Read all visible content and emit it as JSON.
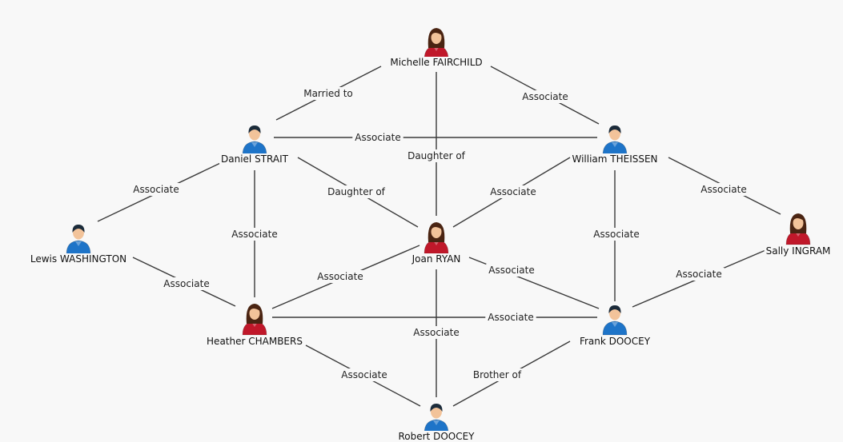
{
  "colors": {
    "male_shirt": "#1e74c8",
    "female_shirt": "#c0182a",
    "hair_male": "#1b2b3a",
    "hair_female": "#4a2412",
    "skin": "#f2c39a",
    "line": "#3a3a3a"
  },
  "nodes": [
    {
      "id": "michelle",
      "name": "Michelle FAIRCHILD",
      "gender": "female",
      "icon": "female-person-icon"
    },
    {
      "id": "daniel",
      "name": "Daniel STRAIT",
      "gender": "male",
      "icon": "male-person-icon"
    },
    {
      "id": "william",
      "name": "William THEISSEN",
      "gender": "male",
      "icon": "male-person-icon"
    },
    {
      "id": "lewis",
      "name": "Lewis WASHINGTON",
      "gender": "male",
      "icon": "male-person-icon"
    },
    {
      "id": "joan",
      "name": "Joan RYAN",
      "gender": "female",
      "icon": "female-person-icon"
    },
    {
      "id": "sally",
      "name": "Sally INGRAM",
      "gender": "female",
      "icon": "female-person-icon"
    },
    {
      "id": "heather",
      "name": "Heather CHAMBERS",
      "gender": "female",
      "icon": "female-person-icon"
    },
    {
      "id": "frank",
      "name": "Frank DOOCEY",
      "gender": "male",
      "icon": "male-person-icon"
    },
    {
      "id": "robert",
      "name": "Robert DOOCEY",
      "gender": "male",
      "icon": "male-person-icon"
    }
  ],
  "edges": [
    {
      "from": "michelle",
      "to": "daniel",
      "label": "Married to"
    },
    {
      "from": "michelle",
      "to": "william",
      "label": "Associate"
    },
    {
      "from": "michelle",
      "to": "joan",
      "label": "Daughter of"
    },
    {
      "from": "daniel",
      "to": "william",
      "label": "Associate"
    },
    {
      "from": "daniel",
      "to": "lewis",
      "label": "Associate"
    },
    {
      "from": "daniel",
      "to": "joan",
      "label": "Daughter of"
    },
    {
      "from": "daniel",
      "to": "heather",
      "label": "Associate"
    },
    {
      "from": "william",
      "to": "joan",
      "label": "Associate"
    },
    {
      "from": "william",
      "to": "sally",
      "label": "Associate"
    },
    {
      "from": "william",
      "to": "frank",
      "label": "Associate"
    },
    {
      "from": "lewis",
      "to": "heather",
      "label": "Associate"
    },
    {
      "from": "heather",
      "to": "joan",
      "label": "Associate"
    },
    {
      "from": "joan",
      "to": "frank",
      "label": "Associate"
    },
    {
      "from": "sally",
      "to": "frank",
      "label": "Associate"
    },
    {
      "from": "heather",
      "to": "frank",
      "label": "Associate"
    },
    {
      "from": "joan",
      "to": "robert",
      "label": "Associate"
    },
    {
      "from": "heather",
      "to": "robert",
      "label": "Associate"
    },
    {
      "from": "frank",
      "to": "robert",
      "label": "Brother of"
    }
  ]
}
